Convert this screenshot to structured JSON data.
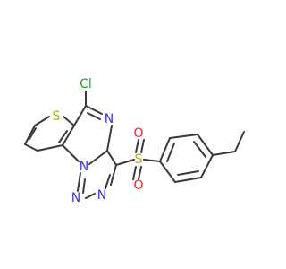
{
  "colors": {
    "bond": "#3a3a3a",
    "S": "#b2b200",
    "N": "#3333ff",
    "O": "#ff2020",
    "Cl": "#1fa81f"
  },
  "atoms": [
    {
      "id": "cl",
      "text": "Cl",
      "element": "Cl"
    },
    {
      "id": "s-thiophene",
      "text": "S",
      "element": "S"
    },
    {
      "id": "n-pyrimidine",
      "text": "N",
      "element": "N"
    },
    {
      "id": "n-bridge",
      "text": "N",
      "element": "N"
    },
    {
      "id": "n-triazole-1",
      "text": "N",
      "element": "N"
    },
    {
      "id": "n-triazole-2",
      "text": "N",
      "element": "N"
    },
    {
      "id": "s-sulfonyl",
      "text": "S",
      "element": "S"
    },
    {
      "id": "o-top",
      "text": "O",
      "element": "O"
    },
    {
      "id": "o-bottom",
      "text": "O",
      "element": "O"
    }
  ]
}
